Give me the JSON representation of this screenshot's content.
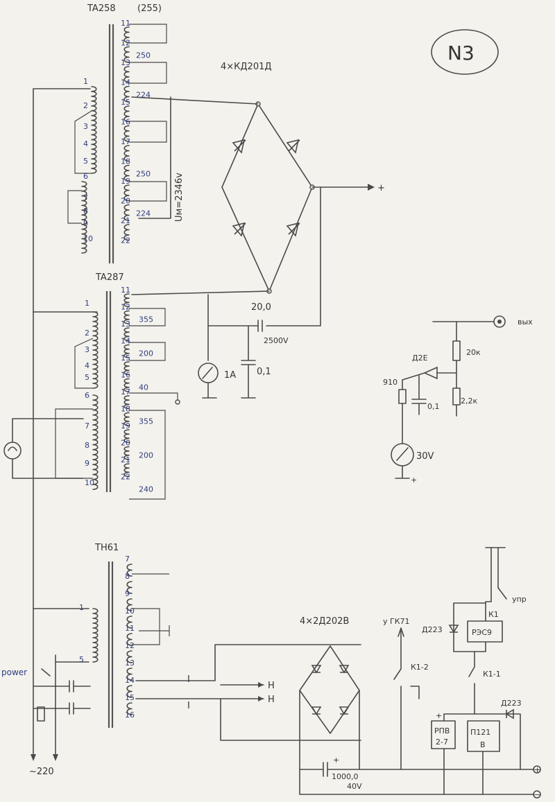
{
  "sheet": {
    "page_number": "N3",
    "mains_label": "~220",
    "power_label": "power"
  },
  "transformers": [
    {
      "name": "TA258",
      "alt": "(255)",
      "pins": [
        "1",
        "2",
        "3",
        "4",
        "5",
        "6",
        "7",
        "8",
        "9",
        "10"
      ],
      "secondary": [
        {
          "pin": "11"
        },
        {
          "pin": "12",
          "v": "250"
        },
        {
          "pin": "13"
        },
        {
          "pin": "14",
          "v": "224"
        },
        {
          "pin": "15"
        },
        {
          "pin": "16"
        },
        {
          "pin": "17"
        },
        {
          "pin": "18",
          "v": "250"
        },
        {
          "pin": "19"
        },
        {
          "pin": "20",
          "v": "224"
        },
        {
          "pin": "21"
        },
        {
          "pin": "22"
        }
      ]
    },
    {
      "name": "TA287",
      "alt": "",
      "pins": [
        "1",
        "2",
        "3",
        "4",
        "5",
        "6",
        "7",
        "8",
        "9",
        "10"
      ],
      "secondary": [
        {
          "pin": "11"
        },
        {
          "pin": "12",
          "v": "355"
        },
        {
          "pin": "13"
        },
        {
          "pin": "14",
          "v": "200"
        },
        {
          "pin": "15"
        },
        {
          "pin": "16",
          "v": "40"
        },
        {
          "pin": "17"
        },
        {
          "pin": "18",
          "v": "355"
        },
        {
          "pin": "19"
        },
        {
          "pin": "20",
          "v": "200"
        },
        {
          "pin": "21"
        },
        {
          "pin": "22",
          "v": "240"
        }
      ]
    },
    {
      "name": "TH61",
      "alt": "",
      "pins": [
        "1",
        "5"
      ],
      "secondary": [
        {
          "pin": "7"
        },
        {
          "pin": "8"
        },
        {
          "pin": "9"
        },
        {
          "pin": "10"
        },
        {
          "pin": "11"
        },
        {
          "pin": "12"
        },
        {
          "pin": "13"
        },
        {
          "pin": "14"
        },
        {
          "pin": "15"
        },
        {
          "pin": "16"
        }
      ]
    }
  ],
  "labels": {
    "bridge1": "4×КД201Д",
    "bridge1_voltage": "Uм=2346v",
    "plus": "+",
    "cap1": "20,0",
    "cap1_voltage": "2500V",
    "meter1": "1A",
    "cap2": "0,1",
    "out": "вых",
    "zener": "Д2Е",
    "r1": "20к",
    "r2": "910",
    "c3": "0,1",
    "r3": "2,2к",
    "meter2": "30V",
    "bridge2": "4×2Д202В",
    "heater1": "Н",
    "heater2": "Н",
    "rel_ctrl": "у ГК71",
    "k12": "К1-2",
    "k11": "К1-1",
    "d1": "Д223",
    "relay": "РЭС9",
    "k1": "К1",
    "d2": "Д223",
    "upr": "упр",
    "rpv": [
      "РПВ",
      "2-7"
    ],
    "p121": [
      "П121",
      "В"
    ],
    "c_big": "1000,0",
    "c_big_v": "40V",
    "plus_rail": "+",
    "minus_rail": "−",
    "tube_i1": "I",
    "tube_i2": "I"
  }
}
